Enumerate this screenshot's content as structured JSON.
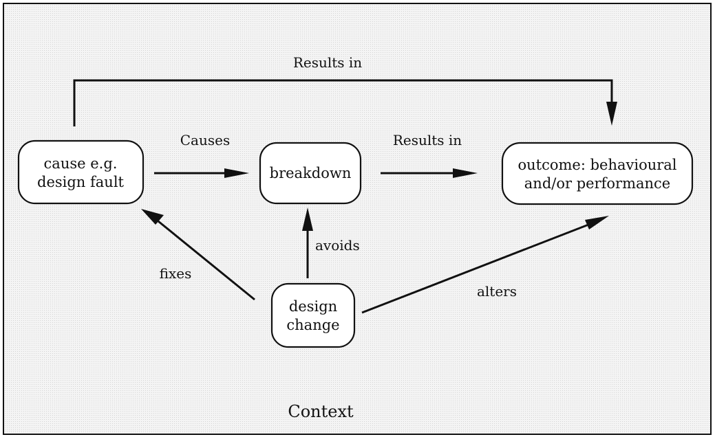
{
  "nodes": {
    "cause": {
      "line1": "cause e.g.",
      "line2": "design fault"
    },
    "breakdown": {
      "line1": "breakdown"
    },
    "outcome": {
      "line1": "outcome: behavioural",
      "line2": "and/or performance"
    },
    "design_change": {
      "line1": "design",
      "line2": "change"
    }
  },
  "edges": {
    "cause_to_outcome": "Results in",
    "cause_to_breakdown": "Causes",
    "breakdown_to_outcome": "Results in",
    "design_change_to_cause": "fixes",
    "design_change_to_breakdown": "avoids",
    "design_change_to_outcome": "alters"
  },
  "context_label": "Context"
}
